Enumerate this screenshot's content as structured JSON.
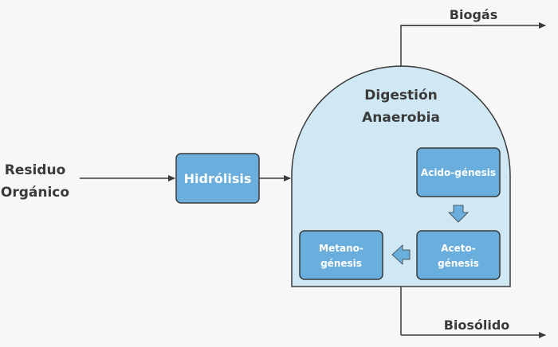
{
  "diagram": {
    "input_label_line1": "Residuo",
    "input_label_line2": "Orgánico",
    "hydrolysis": "Hidrólisis",
    "reactor_title_line1": "Digestión",
    "reactor_title_line2": "Anaerobia",
    "acidogenesis": "Acido-génesis",
    "acetogenesis_line1": "Aceto-",
    "acetogenesis_line2": "génesis",
    "methanogenesis_line1": "Metano-",
    "methanogenesis_line2": "génesis",
    "output_gas": "Biogás",
    "output_solid": "Biosólido"
  },
  "colors": {
    "background": "#f7f7f7",
    "reactor_fill": "#cfe8f4",
    "box_fill": "#6aaedd",
    "stroke": "#3a3a3a",
    "box_text": "#ffffff"
  }
}
